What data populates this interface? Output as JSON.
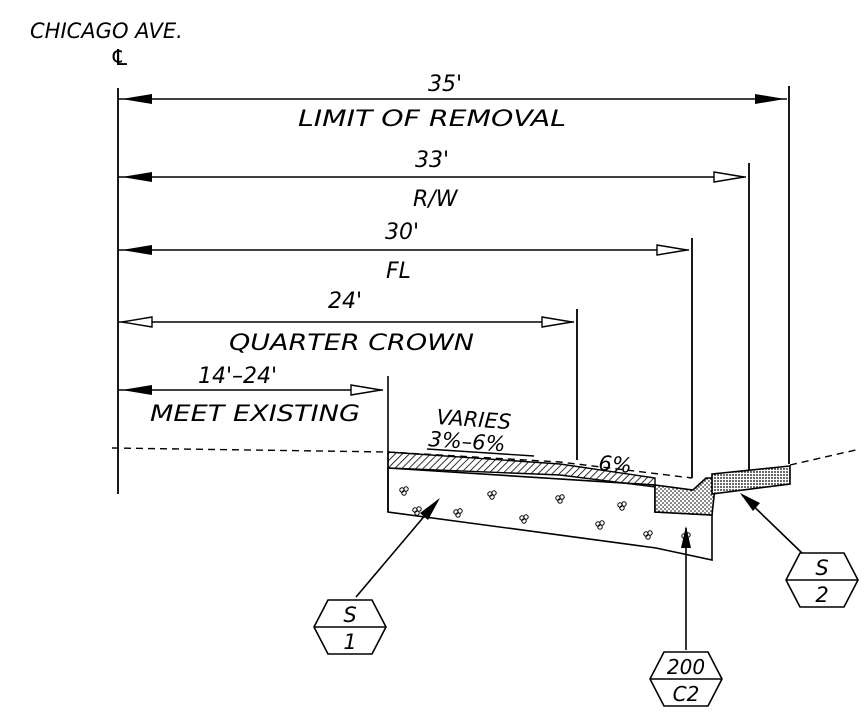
{
  "title": {
    "street": "CHICAGO AVE.",
    "centerline_symbol": "℄"
  },
  "dimensions": [
    {
      "value": "35'",
      "label": "LIMIT OF REMOVAL"
    },
    {
      "value": "33'",
      "label": "R/W"
    },
    {
      "value": "30'",
      "label": "FL"
    },
    {
      "value": "24'",
      "label": "QUARTER CROWN"
    },
    {
      "value": "14'–24'",
      "label": "MEET EXISTING"
    }
  ],
  "slopes": {
    "varies_label": "VARIES",
    "varies_range": "3%–6%",
    "boulevard": "6%"
  },
  "callouts": [
    {
      "top": "S",
      "bottom": "1"
    },
    {
      "top": "200",
      "bottom": "C2"
    },
    {
      "top": "S",
      "bottom": "2"
    }
  ]
}
